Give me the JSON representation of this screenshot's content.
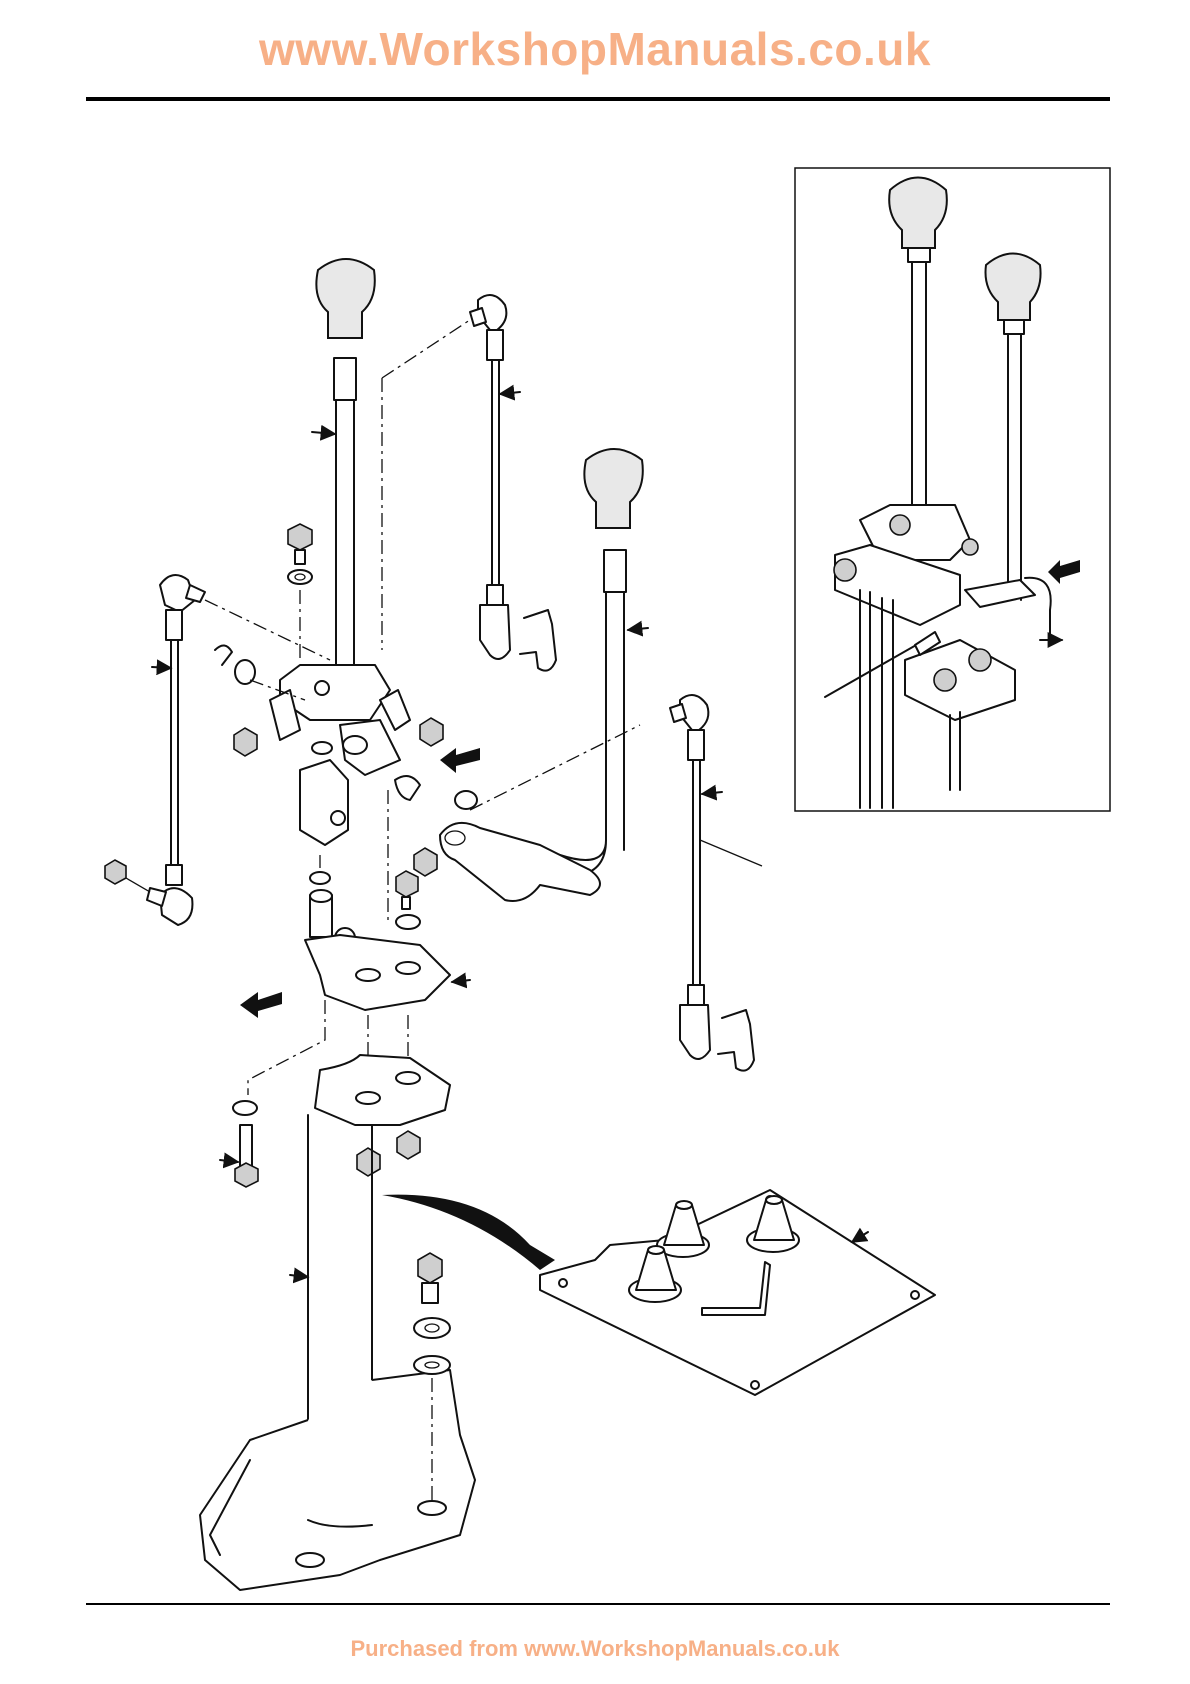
{
  "header": {
    "title": "www.WorkshopManuals.co.uk",
    "color": "#f7b087"
  },
  "footer": {
    "text": "Purchased from www.WorkshopManuals.co.uk",
    "color": "#f7b087"
  },
  "diagram": {
    "subject": "gear-lever-and-transfer-lever-assembly-exploded-view",
    "inset_subject": "assembled-lever-detail"
  }
}
